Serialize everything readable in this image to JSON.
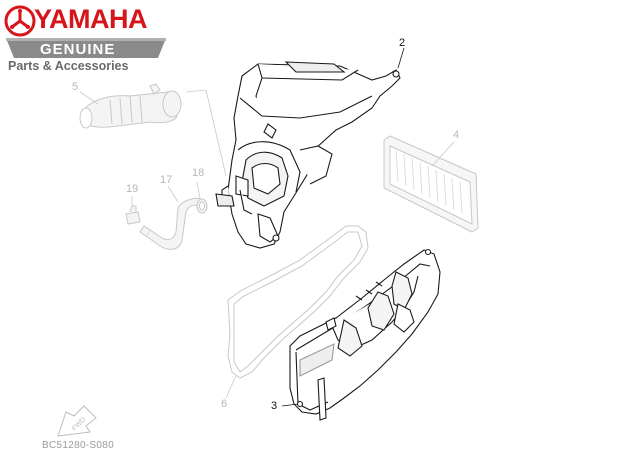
{
  "brand": {
    "name": "YAMAHA",
    "line": "GENUINE",
    "tagline": "Parts & Accessories",
    "colors": {
      "red": "#d7141a",
      "gray": "#6a6a6a",
      "genuine_bg": "#8a8a8a"
    }
  },
  "callouts": [
    {
      "id": "2",
      "label": "2",
      "style": "dark"
    },
    {
      "id": "3",
      "label": "3",
      "style": "dark"
    },
    {
      "id": "4",
      "label": "4",
      "style": "light"
    },
    {
      "id": "5",
      "label": "5",
      "style": "light"
    },
    {
      "id": "6",
      "label": "6",
      "style": "light"
    },
    {
      "id": "17",
      "label": "17",
      "style": "light"
    },
    {
      "id": "18",
      "label": "18",
      "style": "light"
    },
    {
      "id": "19",
      "label": "19",
      "style": "light"
    }
  ],
  "direction_marker": {
    "label": "FWD",
    "icon": "fwd-arrow-icon"
  },
  "diagram_code": "BC51280-S080"
}
